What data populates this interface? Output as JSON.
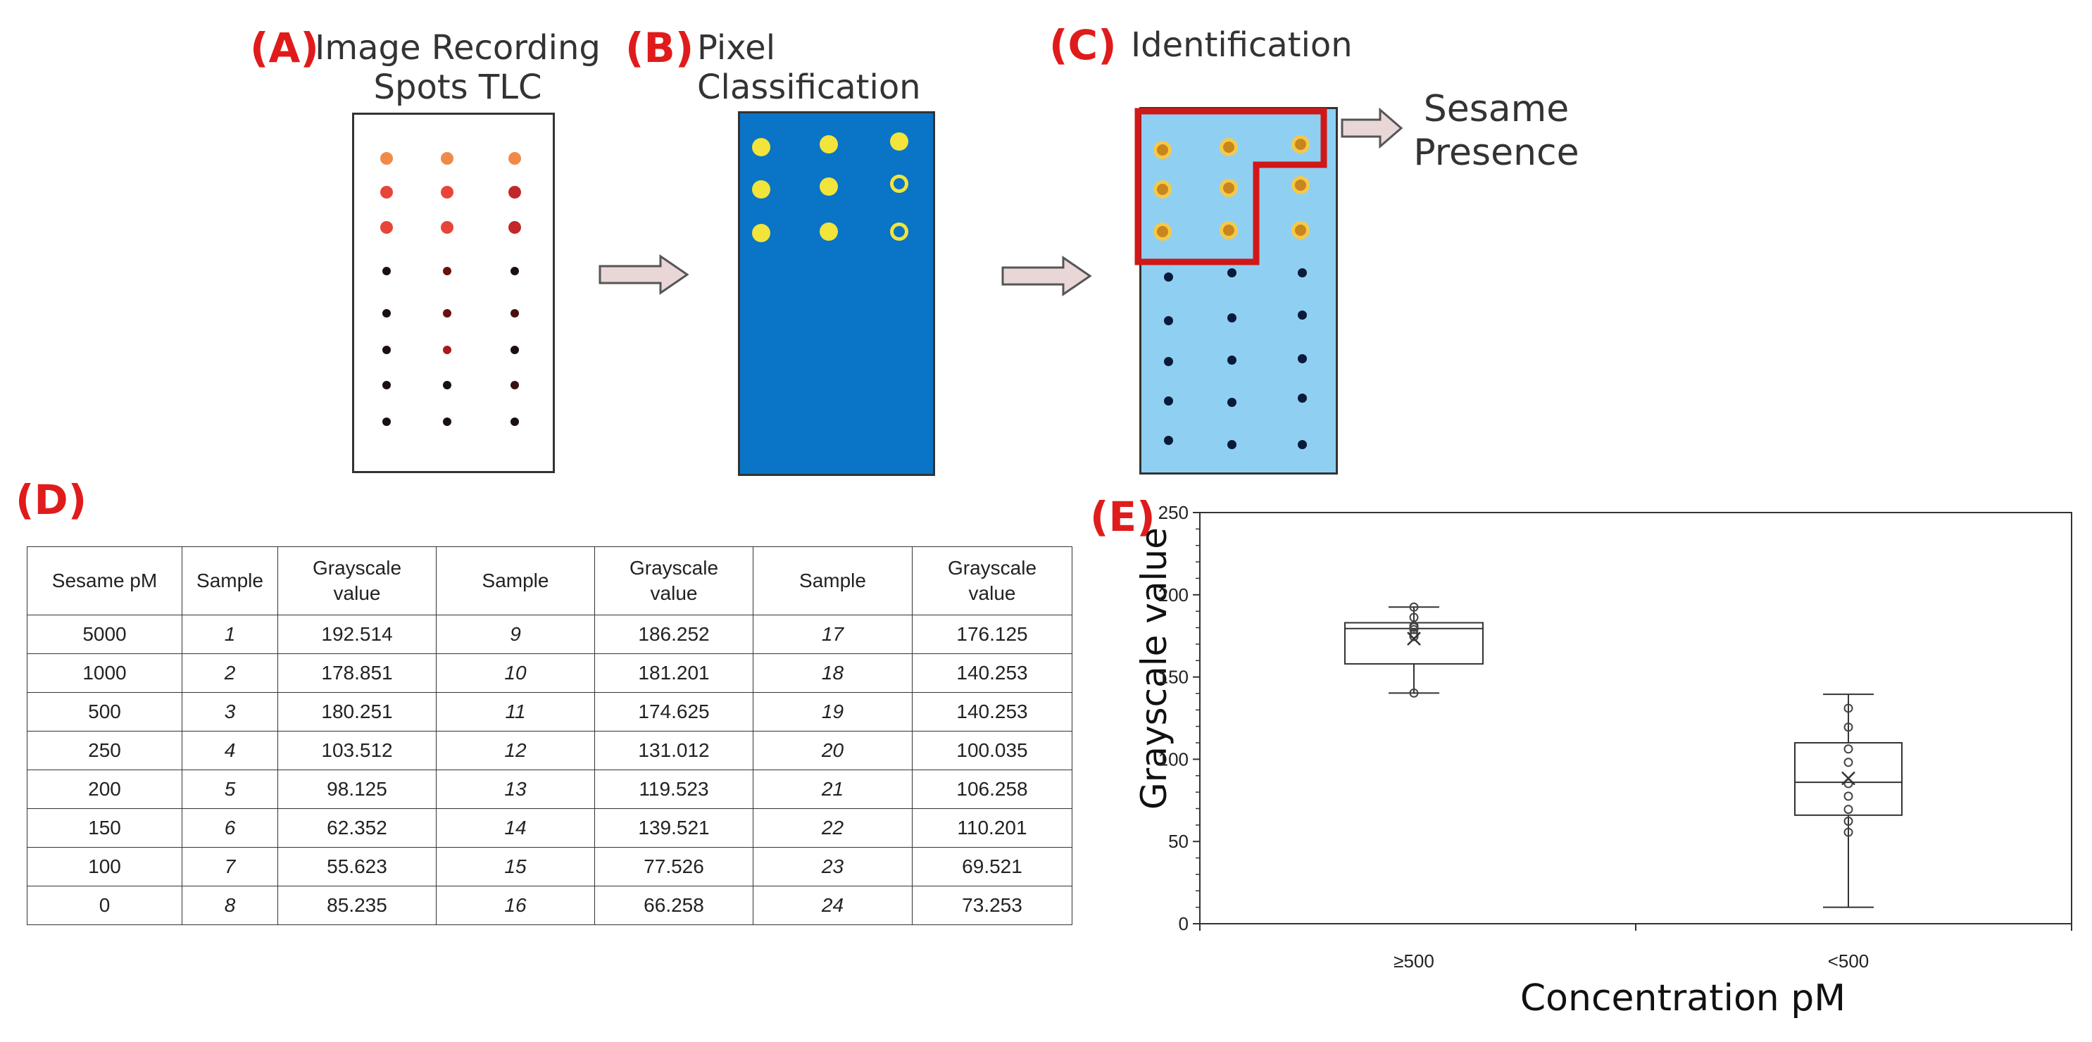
{
  "panels": {
    "a": {
      "letter": "(A)",
      "title_line1": "Image Recording",
      "title_line2": "Spots TLC"
    },
    "b": {
      "letter": "(B)",
      "title": "Pixel Classification"
    },
    "c": {
      "letter": "(C)",
      "title": "Identification",
      "outcome_line1": "Sesame",
      "outcome_line2": "Presence"
    },
    "d": {
      "letter": "(D)"
    },
    "e": {
      "letter": "(E)"
    }
  },
  "table": {
    "headers": [
      "Sesame pM",
      "Sample",
      "Grayscale value",
      "Sample",
      "Grayscale value",
      "Sample",
      "Grayscale value"
    ],
    "rows": [
      [
        "5000",
        "1",
        "192.514",
        "9",
        "186.252",
        "17",
        "176.125"
      ],
      [
        "1000",
        "2",
        "178.851",
        "10",
        "181.201",
        "18",
        "140.253"
      ],
      [
        "500",
        "3",
        "180.251",
        "11",
        "174.625",
        "19",
        "140.253"
      ],
      [
        "250",
        "4",
        "103.512",
        "12",
        "131.012",
        "20",
        "100.035"
      ],
      [
        "200",
        "5",
        "98.125",
        "13",
        "119.523",
        "21",
        "106.258"
      ],
      [
        "150",
        "6",
        "62.352",
        "14",
        "139.521",
        "22",
        "110.201"
      ],
      [
        "100",
        "7",
        "55.623",
        "15",
        "77.526",
        "23",
        "69.521"
      ],
      [
        "0",
        "8",
        "85.235",
        "16",
        "66.258",
        "24",
        "73.253"
      ]
    ]
  },
  "colors": {
    "accent_red": "#e01b1b",
    "plate_blue": "#0a74c6",
    "plate_lightblue": "#8fd0f2",
    "spot_yellow": "#f2e43a",
    "spot_orange": "#f08a4a",
    "spot_red": "#e8453a",
    "spot_dark": "#1a1010"
  },
  "chart_data": {
    "type": "box",
    "xlabel": "Concentration pM",
    "ylabel": "Grayscale value",
    "ylim": [
      0,
      250
    ],
    "yticks": [
      "0",
      "50",
      "100",
      "150",
      "200",
      "250"
    ],
    "categories": [
      "≥500",
      "<500"
    ],
    "boxes": [
      {
        "category": "≥500",
        "min": 140.253,
        "q1": 158,
        "median": 179.5,
        "q3": 183,
        "max": 192.514,
        "mean": 173.3,
        "points": [
          192.514,
          186.252,
          181.201,
          180.251,
          178.851,
          176.125,
          174.625,
          140.253
        ]
      },
      {
        "category": "<500",
        "min": 10,
        "q1": 66,
        "median": 86,
        "q3": 110,
        "max": 139.521,
        "mean": 88.4,
        "points": [
          131.012,
          119.523,
          106.258,
          98.125,
          85.235,
          77.526,
          69.521,
          62.352,
          55.623
        ]
      }
    ]
  }
}
